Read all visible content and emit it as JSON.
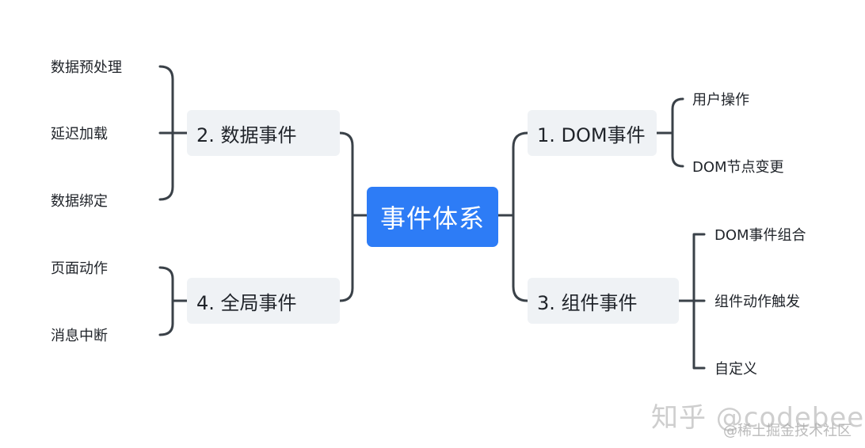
{
  "root": {
    "label": "事件体系"
  },
  "branches": {
    "dom": {
      "label": "1. DOM事件",
      "children": [
        "用户操作",
        "DOM节点变更"
      ]
    },
    "data": {
      "label": "2. 数据事件",
      "children": [
        "数据预处理",
        "延迟加载",
        "数据绑定"
      ]
    },
    "component": {
      "label": "3. 组件事件",
      "children": [
        "DOM事件组合",
        "组件动作触发",
        "自定义"
      ]
    },
    "global": {
      "label": "4. 全局事件",
      "children": [
        "页面动作",
        "消息中断"
      ]
    }
  },
  "watermark": {
    "main": "知乎 @codebee",
    "sub": "@稀土掘金技术社区"
  },
  "colors": {
    "root_fill": "#2d7cf6",
    "branch_fill": "#eff2f5",
    "connector": "#3a4148",
    "text": "#1f2329"
  }
}
